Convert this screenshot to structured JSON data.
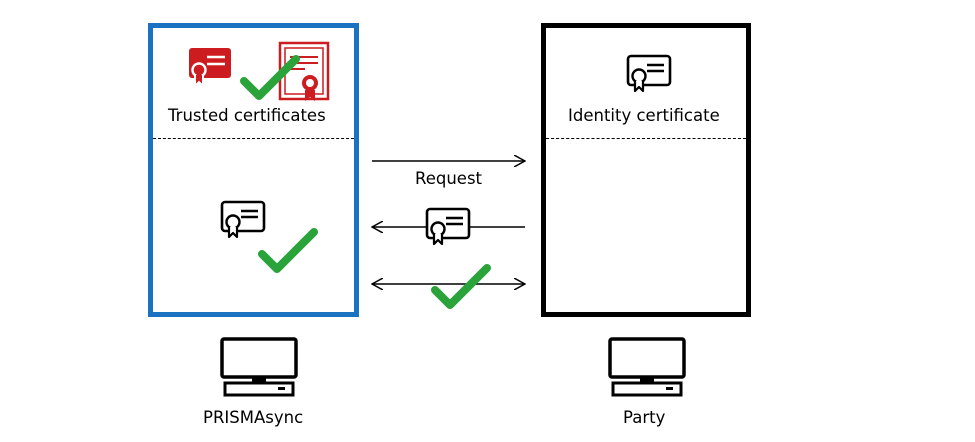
{
  "left_panel": {
    "heading": "Trusted certificates",
    "heading_icons": [
      "certificate-red-icon",
      "certificate-document-red-icon",
      "checkmark-icon"
    ],
    "body_icons": [
      "certificate-icon",
      "checkmark-icon"
    ]
  },
  "right_panel": {
    "heading": "Identity certificate",
    "heading_icons": [
      "certificate-icon"
    ]
  },
  "arrows": {
    "request_label": "Request"
  },
  "nodes": {
    "left": {
      "label": "PRISMAsync",
      "icon": "computer-icon"
    },
    "right": {
      "label": "Party",
      "icon": "computer-icon"
    }
  },
  "colors": {
    "left_border": "#1a72c0",
    "right_border": "#000000",
    "trusted_red": "#cc1c20",
    "check_green": "#2aa33a"
  }
}
